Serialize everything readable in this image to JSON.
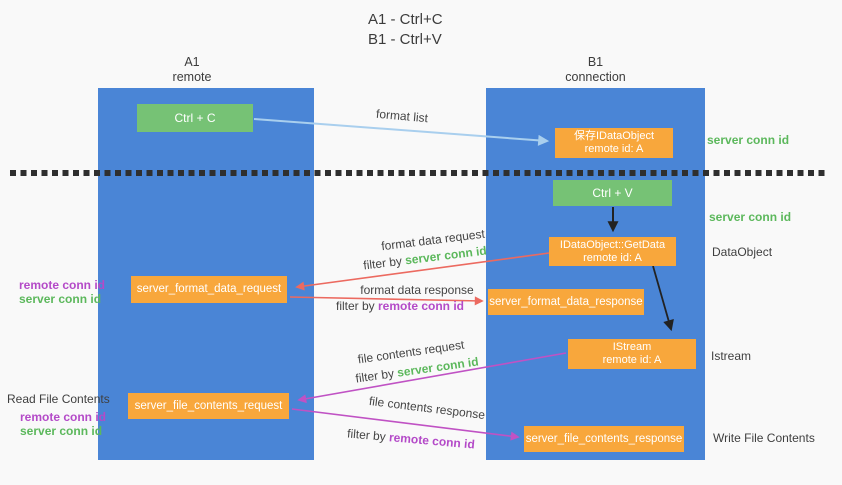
{
  "title": {
    "line1": "A1 - Ctrl+C",
    "line2": "B1 - Ctrl+V"
  },
  "columns": {
    "a1": {
      "name": "A1",
      "role": "remote"
    },
    "b1": {
      "name": "B1",
      "role": "connection"
    }
  },
  "boxes": {
    "ctrl_c": {
      "label": "Ctrl + C"
    },
    "save_object": {
      "line1": "保存IDataObject",
      "line2": "remote id: A"
    },
    "ctrl_v": {
      "label": "Ctrl + V"
    },
    "getdata": {
      "line1": "IDataObject::GetData",
      "line2": "remote id: A"
    },
    "format_request": {
      "label": "server_format_data_request"
    },
    "format_response": {
      "label": "server_format_data_response"
    },
    "istream": {
      "line1": "IStream",
      "line2": "remote id: A"
    },
    "file_request": {
      "label": "server_file_contents_request"
    },
    "file_response": {
      "label": "server_file_contents_response"
    }
  },
  "side_labels": {
    "server_conn_top": "server conn id",
    "server_conn_mid": "server conn id",
    "dataobject": "DataObject",
    "istream": "Istream",
    "write_file_contents": "Write File Contents",
    "read_file_contents": "Read File Contents",
    "left_mid": {
      "remote": "remote conn id",
      "server": "server conn id"
    },
    "left_bottom": {
      "remote": "remote conn id",
      "server": "server conn id"
    }
  },
  "arrow_labels": {
    "format_list": "format list",
    "format_data_request": "format data request",
    "filter_server_1": {
      "prefix": "filter by ",
      "value": "server conn id"
    },
    "format_data_response": "format data response",
    "filter_remote_1": {
      "prefix": "filter by ",
      "value": "remote conn id"
    },
    "file_contents_request": "file contents request",
    "filter_server_2": {
      "prefix": "filter by ",
      "value": "server conn id"
    },
    "file_contents_response": "file contents response",
    "filter_remote_2": {
      "prefix": "filter by ",
      "value": "remote conn id"
    }
  },
  "colors": {
    "column_blue": "#4a85d6",
    "box_green": "#76c275",
    "box_orange": "#f8a73c",
    "arrow_light_blue": "#a9cfee",
    "arrow_red": "#ec6a60",
    "arrow_purple": "#c052c4",
    "arrow_black": "#222222",
    "text_green": "#5cb85c",
    "text_purple": "#b44ac8",
    "text_dark": "#3f3f3f"
  }
}
